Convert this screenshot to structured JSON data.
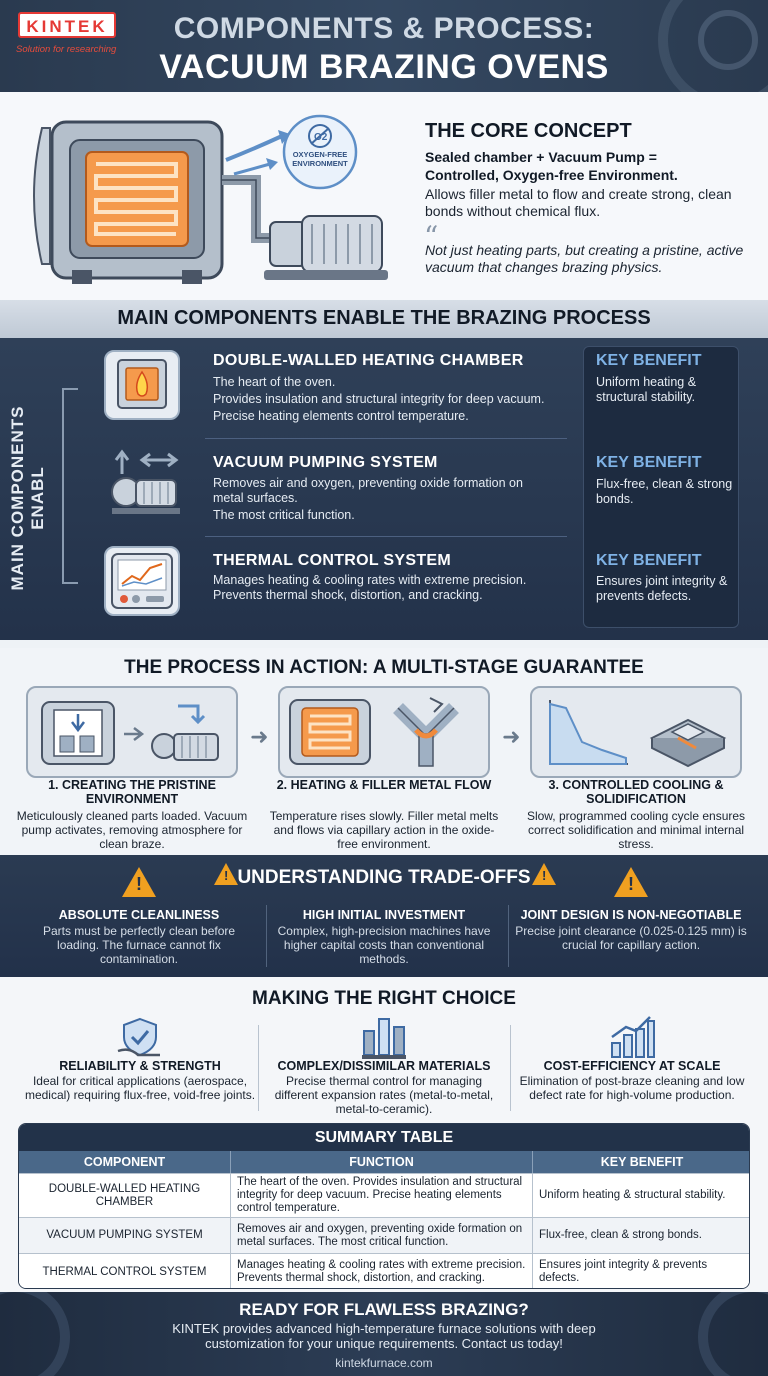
{
  "header": {
    "logo": "KINTEK",
    "tagline": "Solution for researching",
    "title_line1": "COMPONENTS & PROCESS:",
    "title_line2": "VACUUM BRAZING OVENS"
  },
  "core": {
    "badge": "OXYGEN-FREE ENVIRONMENT",
    "title": "THE CORE CONCEPT",
    "bold_line1": "Sealed chamber + Vacuum Pump =",
    "bold_line2": "Controlled, Oxygen-free Environment.",
    "text": "Allows filler metal to flow and create strong, clean bonds without chemical flux.",
    "quote": "Not just heating parts, but creating a pristine, active vacuum that changes brazing physics."
  },
  "components": {
    "band_title": "MAIN COMPONENTS ENABLE THE BRAZING PROCESS",
    "vertical_label": "MAIN COMPONENTS ENABL",
    "items": [
      {
        "title": "DOUBLE-WALLED HEATING CHAMBER",
        "lines": [
          "The heart of the oven.",
          "Provides insulation and structural integrity for deep vacuum.",
          "Precise heating elements control temperature."
        ],
        "benefit_label": "KEY BENEFIT",
        "benefit": "Uniform heating & structural stability."
      },
      {
        "title": "VACUUM PUMPING SYSTEM",
        "lines": [
          "Removes air and oxygen, preventing oxide formation on metal surfaces.",
          "The most critical function."
        ],
        "benefit_label": "KEY BENEFIT",
        "benefit": "Flux-free, clean & strong bonds."
      },
      {
        "title": "THERMAL CONTROL SYSTEM",
        "lines": [
          "Manages heating & cooling rates with extreme precision.",
          "Prevents thermal shock, distortion, and cracking."
        ],
        "benefit_label": "KEY BENEFIT",
        "benefit": "Ensures joint integrity & prevents defects."
      }
    ]
  },
  "process": {
    "title": "THE PROCESS IN ACTION: A MULTI-STAGE GUARANTEE",
    "steps": [
      {
        "title": "1. CREATING THE PRISTINE ENVIRONMENT",
        "desc": "Meticulously cleaned parts loaded. Vacuum pump activates, removing atmosphere for clean braze."
      },
      {
        "title": "2. HEATING & FILLER METAL FLOW",
        "desc": "Temperature rises slowly. Filler metal melts and flows via capillary action in the oxide-free environment."
      },
      {
        "title": "3. CONTROLLED COOLING & SOLIDIFICATION",
        "desc": "Slow, programmed cooling cycle ensures correct solidification and minimal internal stress."
      }
    ]
  },
  "tradeoffs": {
    "title": "UNDERSTANDING TRADE-OFFS",
    "items": [
      {
        "title": "ABSOLUTE CLEANLINESS",
        "desc": "Parts must be perfectly clean before loading. The furnace cannot fix contamination."
      },
      {
        "title": "HIGH INITIAL INVESTMENT",
        "desc": "Complex, high-precision machines have higher capital costs than conventional methods."
      },
      {
        "title": "JOINT DESIGN IS NON-NEGOTIABLE",
        "desc": "Precise joint clearance (0.025-0.125 mm) is crucial for capillary action."
      }
    ]
  },
  "choice": {
    "title": "MAKING THE RIGHT CHOICE",
    "items": [
      {
        "title": "RELIABILITY & STRENGTH",
        "desc": "Ideal for critical applications (aerospace, medical) requiring flux-free, void-free joints."
      },
      {
        "title": "COMPLEX/DISSIMILAR MATERIALS",
        "desc": "Precise thermal control for managing different expansion rates (metal-to-metal, metal-to-ceramic)."
      },
      {
        "title": "COST-EFFICIENCY AT SCALE",
        "desc": "Elimination of post-braze cleaning and low defect rate for high-volume production."
      }
    ]
  },
  "summary": {
    "title": "SUMMARY TABLE",
    "headers": [
      "COMPONENT",
      "FUNCTION",
      "KEY BENEFIT"
    ],
    "rows": [
      [
        "DOUBLE-WALLED HEATING CHAMBER",
        "The heart of the oven. Provides insulation and structural integrity for deep vacuum. Precise heating elements control temperature.",
        "Uniform heating & structural stability."
      ],
      [
        "VACUUM PUMPING SYSTEM",
        "Removes air and oxygen, preventing oxide formation on metal surfaces. The most critical function.",
        "Flux-free, clean & strong bonds."
      ],
      [
        "THERMAL CONTROL SYSTEM",
        "Manages heating & cooling rates with extreme precision. Prevents thermal shock, distortion, and cracking.",
        "Ensures joint integrity & prevents defects."
      ]
    ]
  },
  "footer": {
    "title": "READY FOR FLAWLESS BRAZING?",
    "text": "KINTEK provides advanced high-temperature furnace solutions with deep customization for your unique requirements. Contact us today!",
    "url": "kintekfurnace.com"
  },
  "colors": {
    "navy": "#2b3b52",
    "accent_blue": "#7fb2e5",
    "warning": "#f0a020",
    "heat": "#f08a3c",
    "logo_red": "#e53935"
  }
}
